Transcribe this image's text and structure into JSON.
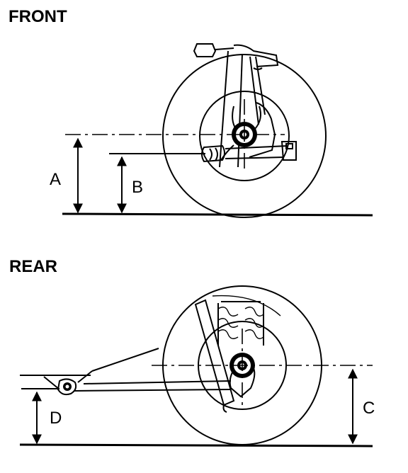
{
  "front": {
    "title": "FRONT",
    "dim_a": "A",
    "dim_b": "B"
  },
  "rear": {
    "title": "REAR",
    "dim_c": "C",
    "dim_d": "D"
  }
}
